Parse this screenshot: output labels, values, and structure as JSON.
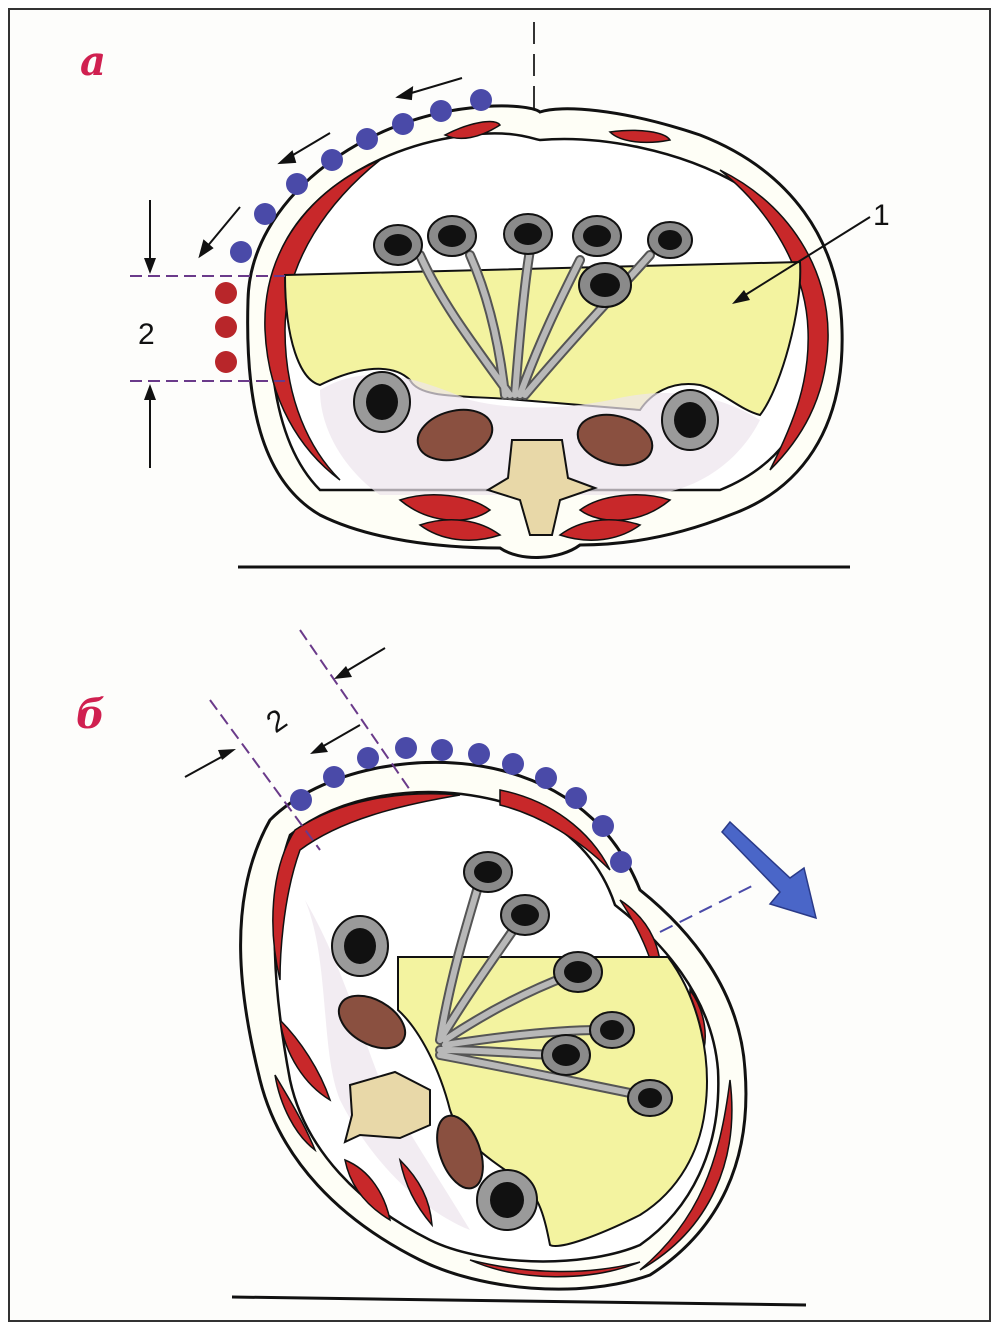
{
  "panels": [
    {
      "id": "a",
      "letter": "а",
      "labels": {
        "one": "1",
        "two": "2"
      }
    },
    {
      "id": "b",
      "letter": "б",
      "labels": {
        "two": "2"
      }
    }
  ],
  "colors": {
    "accent_letter": "#d02050",
    "fluid": "#f3f3a0",
    "muscle": "#c8282a",
    "intestine": "#8a5040",
    "dot_blue": "#4a4aa8",
    "dot_red": "#b8262a",
    "arrow_blue": "#4a66c8"
  }
}
